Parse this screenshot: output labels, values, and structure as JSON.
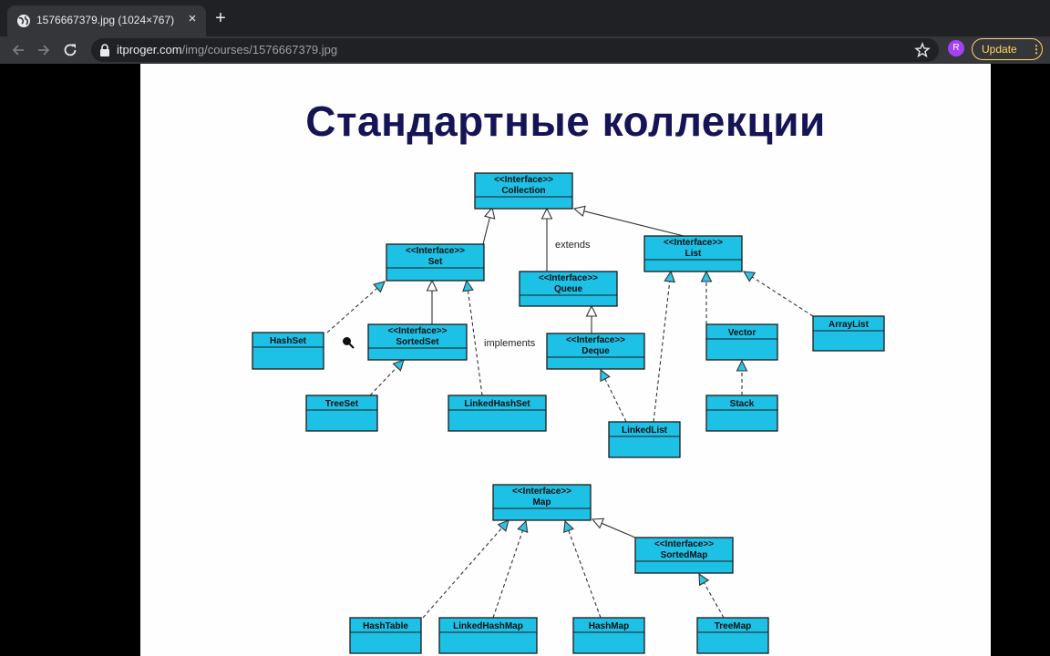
{
  "browser": {
    "tab_title": "1576667379.jpg (1024×767)",
    "tab_close": "×",
    "new_tab": "+",
    "url_host": "itproger.com",
    "url_path": "/img/courses/1576667379.jpg",
    "profile_initial": "R",
    "update_label": "Update",
    "menu_glyph": "⋮"
  },
  "colors": {
    "box_fill": "#1ec1e6",
    "box_stroke": "#1b1b1b",
    "arrow_fill": "#2dc4e6",
    "title": "#141456"
  },
  "slide": {
    "title": "Стандартные коллекции",
    "labels": {
      "extends": "extends",
      "implements": "implements"
    }
  },
  "diagram": {
    "interface_tag": "<<Interface>>",
    "classes": [
      {
        "id": "collection",
        "name": "Collection",
        "interface": true
      },
      {
        "id": "set",
        "name": "Set",
        "interface": true
      },
      {
        "id": "queue",
        "name": "Queue",
        "interface": true
      },
      {
        "id": "list",
        "name": "List",
        "interface": true
      },
      {
        "id": "hashset",
        "name": "HashSet",
        "interface": false
      },
      {
        "id": "sortedset",
        "name": "SortedSet",
        "interface": true
      },
      {
        "id": "deque",
        "name": "Deque",
        "interface": true
      },
      {
        "id": "vector",
        "name": "Vector",
        "interface": false
      },
      {
        "id": "arraylist",
        "name": "ArrayList",
        "interface": false
      },
      {
        "id": "treeset",
        "name": "TreeSet",
        "interface": false
      },
      {
        "id": "linkedhashset",
        "name": "LinkedHashSet",
        "interface": false
      },
      {
        "id": "linkedlist",
        "name": "LinkedList",
        "interface": false
      },
      {
        "id": "stack",
        "name": "Stack",
        "interface": false
      },
      {
        "id": "map",
        "name": "Map",
        "interface": true
      },
      {
        "id": "sortedmap",
        "name": "SortedMap",
        "interface": true
      },
      {
        "id": "hashtable",
        "name": "HashTable",
        "interface": false
      },
      {
        "id": "linkedhashmap",
        "name": "LinkedHashMap",
        "interface": false
      },
      {
        "id": "hashmap",
        "name": "HashMap",
        "interface": false
      },
      {
        "id": "treemap",
        "name": "TreeMap",
        "interface": false
      }
    ],
    "relations": [
      {
        "from": "set",
        "to": "collection",
        "kind": "extends"
      },
      {
        "from": "queue",
        "to": "collection",
        "kind": "extends"
      },
      {
        "from": "list",
        "to": "collection",
        "kind": "extends"
      },
      {
        "from": "sortedset",
        "to": "set",
        "kind": "extends"
      },
      {
        "from": "deque",
        "to": "queue",
        "kind": "extends"
      },
      {
        "from": "hashset",
        "to": "set",
        "kind": "implements"
      },
      {
        "from": "linkedhashset",
        "to": "set",
        "kind": "implements"
      },
      {
        "from": "treeset",
        "to": "sortedset",
        "kind": "implements"
      },
      {
        "from": "linkedlist",
        "to": "deque",
        "kind": "implements"
      },
      {
        "from": "linkedlist",
        "to": "list",
        "kind": "implements"
      },
      {
        "from": "vector",
        "to": "list",
        "kind": "implements"
      },
      {
        "from": "arraylist",
        "to": "list",
        "kind": "implements"
      },
      {
        "from": "stack",
        "to": "vector",
        "kind": "implements"
      },
      {
        "from": "sortedmap",
        "to": "map",
        "kind": "extends"
      },
      {
        "from": "hashtable",
        "to": "map",
        "kind": "implements"
      },
      {
        "from": "linkedhashmap",
        "to": "map",
        "kind": "implements"
      },
      {
        "from": "hashmap",
        "to": "map",
        "kind": "implements"
      },
      {
        "from": "treemap",
        "to": "sortedmap",
        "kind": "implements"
      }
    ]
  }
}
